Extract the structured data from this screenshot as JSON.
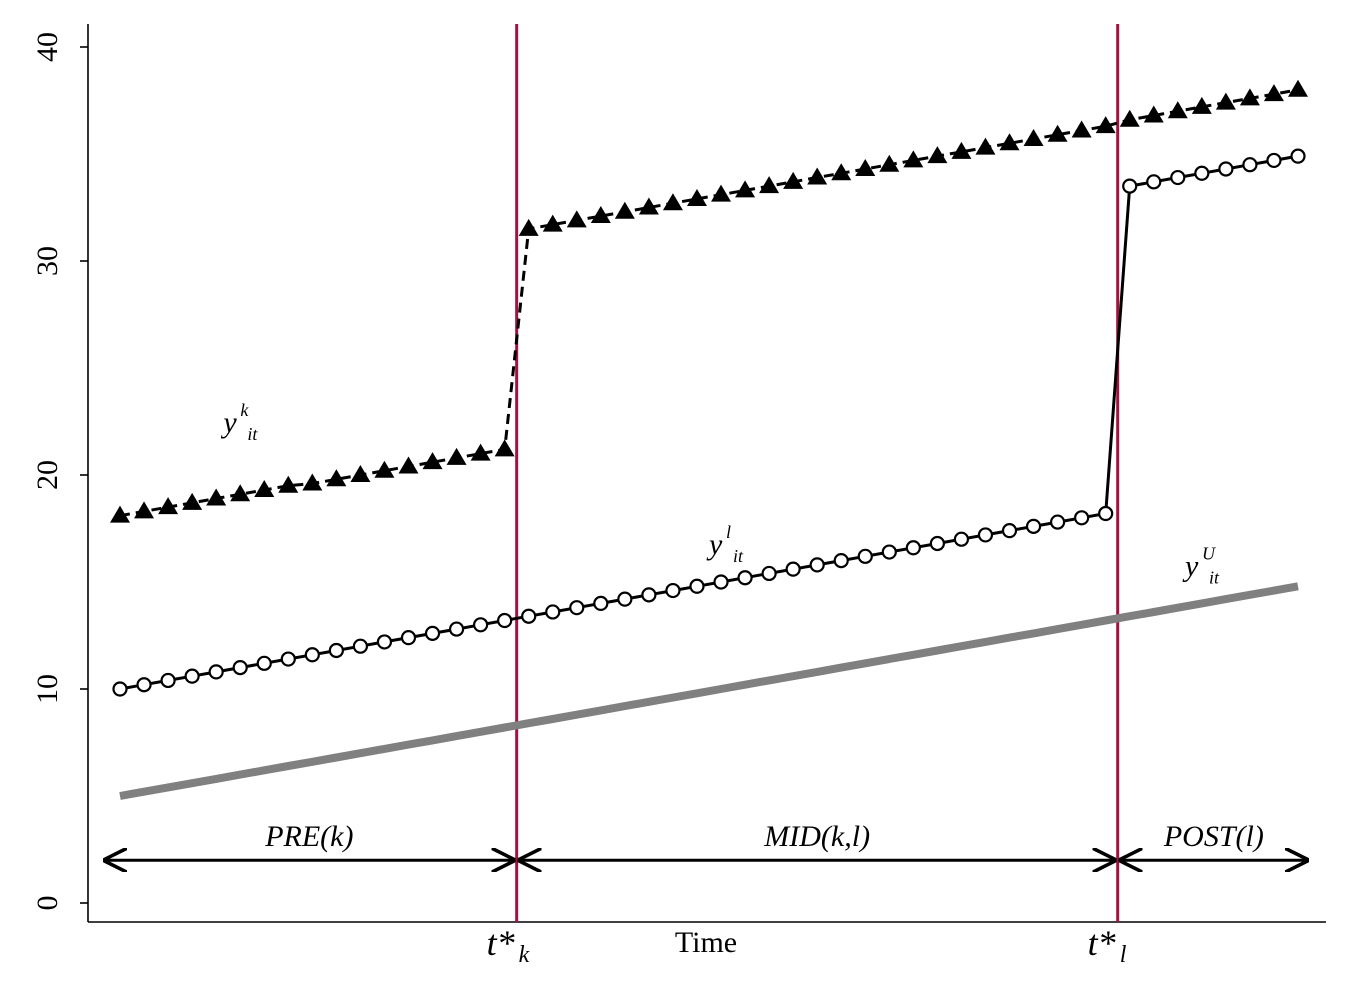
{
  "chart_data": {
    "type": "line",
    "title": "",
    "xlabel": "Time",
    "ylabel": "",
    "ylim": [
      0,
      40
    ],
    "yticks": [
      "0",
      "10",
      "20",
      "30",
      "40"
    ],
    "xlim": [
      1,
      50
    ],
    "grid": false,
    "legend": "none",
    "events": [
      {
        "name": "k",
        "x": 17.5,
        "label_main": "t*",
        "label_sub": "k",
        "color": "#a3123f"
      },
      {
        "name": "l",
        "x": 42.5,
        "label_main": "t*",
        "label_sub": "l",
        "color": "#a3123f"
      }
    ],
    "periods": [
      {
        "label": "PRE(k)",
        "from": 0,
        "to": 17.5
      },
      {
        "label": "MID(k,l)",
        "from": 17.5,
        "to": 42.5
      },
      {
        "label": "POST(l)",
        "from": 42.5,
        "to": 50.5
      }
    ],
    "period_y": 2,
    "series": [
      {
        "id": "yk",
        "label_main": "y",
        "label_sup": "k",
        "label_sub": "it",
        "label_x": 5.3,
        "label_y": 22,
        "color": "#000000",
        "style": "dashed",
        "marker": "triangle",
        "x": [
          1,
          2,
          3,
          4,
          5,
          6,
          7,
          8,
          9,
          10,
          11,
          12,
          13,
          14,
          15,
          16,
          17,
          18,
          19,
          20,
          21,
          22,
          23,
          24,
          25,
          26,
          27,
          28,
          29,
          30,
          31,
          32,
          33,
          34,
          35,
          36,
          37,
          38,
          39,
          40,
          41,
          42,
          43,
          44,
          45,
          46,
          47,
          48,
          49,
          50
        ],
        "values": [
          18.1,
          18.3,
          18.5,
          18.7,
          18.9,
          19.1,
          19.3,
          19.5,
          19.6,
          19.8,
          20.0,
          20.2,
          20.4,
          20.6,
          20.8,
          21.0,
          21.2,
          31.5,
          31.7,
          31.9,
          32.1,
          32.3,
          32.5,
          32.7,
          32.9,
          33.1,
          33.3,
          33.5,
          33.7,
          33.9,
          34.1,
          34.3,
          34.5,
          34.7,
          34.9,
          35.1,
          35.3,
          35.5,
          35.7,
          35.9,
          36.1,
          36.3,
          36.6,
          36.8,
          37.0,
          37.2,
          37.4,
          37.6,
          37.8,
          38.0
        ]
      },
      {
        "id": "yl",
        "label_main": "y",
        "label_sup": "l",
        "label_sub": "it",
        "label_x": 25.5,
        "label_y": 16.3,
        "color": "#000000",
        "style": "solid",
        "marker": "circle",
        "x": [
          1,
          2,
          3,
          4,
          5,
          6,
          7,
          8,
          9,
          10,
          11,
          12,
          13,
          14,
          15,
          16,
          17,
          18,
          19,
          20,
          21,
          22,
          23,
          24,
          25,
          26,
          27,
          28,
          29,
          30,
          31,
          32,
          33,
          34,
          35,
          36,
          37,
          38,
          39,
          40,
          41,
          42,
          43,
          44,
          45,
          46,
          47,
          48,
          49,
          50
        ],
        "values": [
          10.0,
          10.2,
          10.4,
          10.6,
          10.8,
          11.0,
          11.2,
          11.4,
          11.6,
          11.8,
          12.0,
          12.2,
          12.4,
          12.6,
          12.8,
          13.0,
          13.2,
          13.4,
          13.6,
          13.8,
          14.0,
          14.2,
          14.4,
          14.6,
          14.8,
          15.0,
          15.2,
          15.4,
          15.6,
          15.8,
          16.0,
          16.2,
          16.4,
          16.6,
          16.8,
          17.0,
          17.2,
          17.4,
          17.6,
          17.8,
          18.0,
          18.2,
          33.5,
          33.7,
          33.9,
          34.1,
          34.3,
          34.5,
          34.7,
          34.9
        ]
      },
      {
        "id": "yU",
        "label_main": "y",
        "label_sup": "U",
        "label_sub": "it",
        "label_x": 45.3,
        "label_y": 15.3,
        "color": "#808080",
        "style": "thick",
        "marker": "none",
        "x": [
          1,
          2,
          3,
          4,
          5,
          6,
          7,
          8,
          9,
          10,
          11,
          12,
          13,
          14,
          15,
          16,
          17,
          18,
          19,
          20,
          21,
          22,
          23,
          24,
          25,
          26,
          27,
          28,
          29,
          30,
          31,
          32,
          33,
          34,
          35,
          36,
          37,
          38,
          39,
          40,
          41,
          42,
          43,
          44,
          45,
          46,
          47,
          48,
          49,
          50
        ],
        "values": [
          5.0,
          5.2,
          5.4,
          5.6,
          5.8,
          6.0,
          6.2,
          6.4,
          6.6,
          6.8,
          7.0,
          7.2,
          7.4,
          7.6,
          7.8,
          8.0,
          8.2,
          8.4,
          8.6,
          8.8,
          9.0,
          9.2,
          9.4,
          9.6,
          9.8,
          10.0,
          10.2,
          10.4,
          10.6,
          10.8,
          11.0,
          11.2,
          11.4,
          11.6,
          11.8,
          12.0,
          12.2,
          12.4,
          12.6,
          12.8,
          13.0,
          13.2,
          13.4,
          13.6,
          13.8,
          14.0,
          14.2,
          14.4,
          14.6,
          14.8
        ]
      }
    ]
  }
}
